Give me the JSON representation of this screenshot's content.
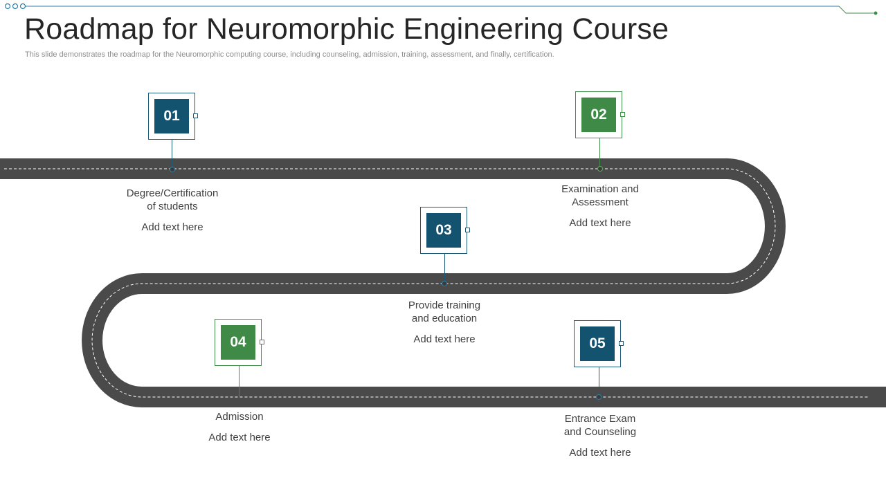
{
  "title": "Roadmap for Neuromorphic Engineering Course",
  "subtitle": "This slide demonstrates the roadmap for the Neuromorphic computing course, including counseling, admission, training, assessment, and finally, certification.",
  "colors": {
    "blue": "#14536f",
    "green": "#3f8a46",
    "road": "#4a4a4a",
    "title": "#262626"
  },
  "stages": [
    {
      "number": "01",
      "heading": "Degree/Certification\nof students",
      "body": "Add text here",
      "color": "blue"
    },
    {
      "number": "02",
      "heading": "Examination and\nAssessment",
      "body": "Add text here",
      "color": "green"
    },
    {
      "number": "03",
      "heading": "Provide training\nand education",
      "body": "Add text here",
      "color": "blue"
    },
    {
      "number": "04",
      "heading": "Admission",
      "body": "Add text here",
      "color": "green"
    },
    {
      "number": "05",
      "heading": "Entrance Exam\nand Counseling",
      "body": "Add text here",
      "color": "blue"
    }
  ]
}
